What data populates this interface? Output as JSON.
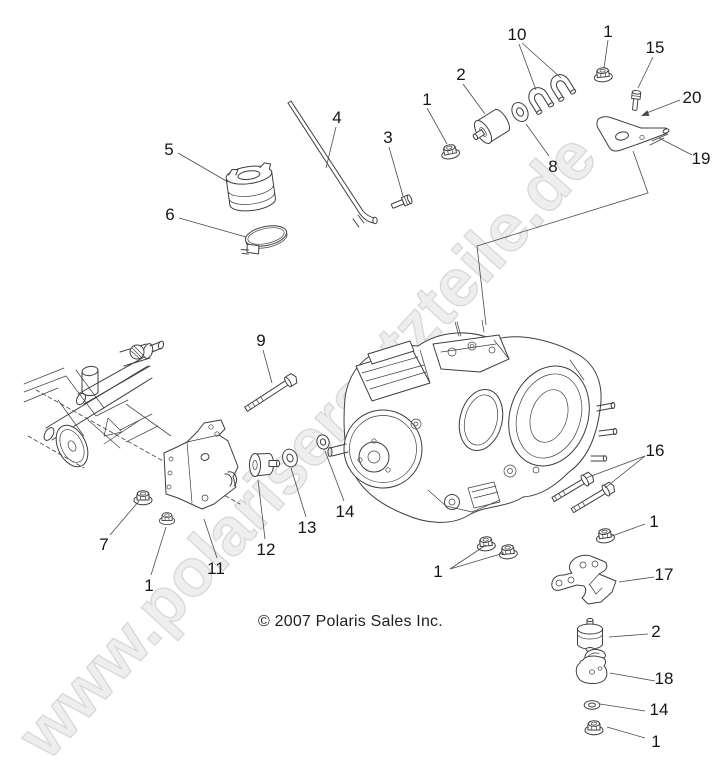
{
  "watermark": {
    "text": "www.polarisersatzteile.de",
    "fill": "#eeeeee",
    "outline": "#d9d9d9"
  },
  "copyright": "© 2007 Polaris Sales Inc.",
  "diagram": {
    "description": "Polaris engine mounting exploded parts diagram",
    "background": "#ffffff",
    "line_color": "#3f3f3f",
    "callout_color": "#161616"
  },
  "callouts": [
    {
      "label": "5",
      "part": "rubber-boot"
    },
    {
      "label": "6",
      "part": "hose-clamp"
    },
    {
      "label": "4",
      "part": "vent-tube"
    },
    {
      "label": "3",
      "part": "bolt"
    },
    {
      "label": "1",
      "part": "flange-nut"
    },
    {
      "label": "2",
      "part": "rubber-mount"
    },
    {
      "label": "8",
      "part": "washer"
    },
    {
      "label": "10",
      "part": "u-clips"
    },
    {
      "label": "1",
      "part": "flange-nut"
    },
    {
      "label": "15",
      "part": "bolt"
    },
    {
      "label": "20",
      "part": "mount-location-arrow"
    },
    {
      "label": "19",
      "part": "bracket"
    },
    {
      "label": "9",
      "part": "long-bolt"
    },
    {
      "label": "7",
      "part": "flange-nut"
    },
    {
      "label": "1",
      "part": "flange-nut"
    },
    {
      "label": "11",
      "part": "engine-mount-bracket"
    },
    {
      "label": "12",
      "part": "rubber-mount"
    },
    {
      "label": "13",
      "part": "washer"
    },
    {
      "label": "14",
      "part": "washer"
    },
    {
      "label": "16",
      "part": "bolts"
    },
    {
      "label": "1",
      "part": "flange-nut"
    },
    {
      "label": "1",
      "part": "flange-nuts"
    },
    {
      "label": "17",
      "part": "mount-bracket"
    },
    {
      "label": "2",
      "part": "rubber-mount"
    },
    {
      "label": "18",
      "part": "clamp-bracket"
    },
    {
      "label": "14",
      "part": "washer"
    },
    {
      "label": "1",
      "part": "flange-nut"
    }
  ]
}
